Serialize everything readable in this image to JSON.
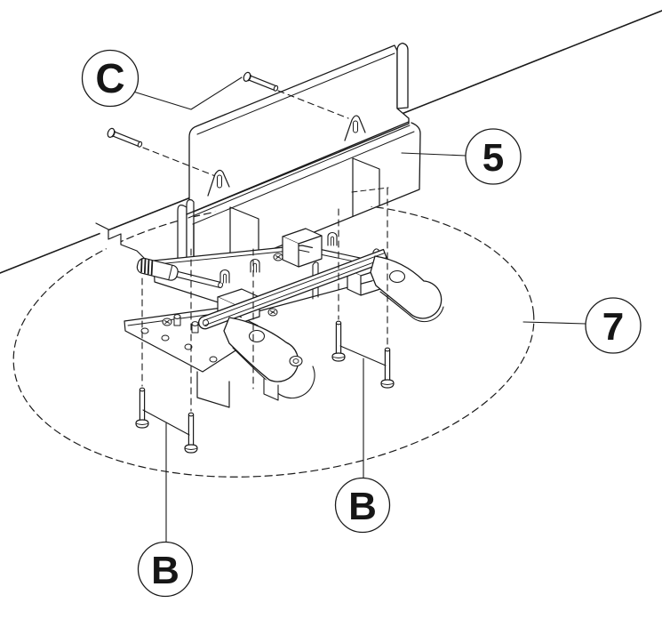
{
  "diagram": {
    "type": "exploded-assembly-technical-drawing",
    "background": "#ffffff",
    "line_color": "#1a1a1a",
    "callouts": [
      {
        "label": "C"
      },
      {
        "label": "5"
      },
      {
        "label": "7"
      },
      {
        "label": "B"
      },
      {
        "label": "B"
      }
    ],
    "parts": [
      "mounting-surface-edge",
      "back-mounting-panel",
      "shoulder-screws-c",
      "mounting-bracket-5",
      "latch-mechanism-assembly-7",
      "release-levers",
      "base-plate",
      "machine-screws-b",
      "assembly-boundary-ellipse"
    ]
  }
}
